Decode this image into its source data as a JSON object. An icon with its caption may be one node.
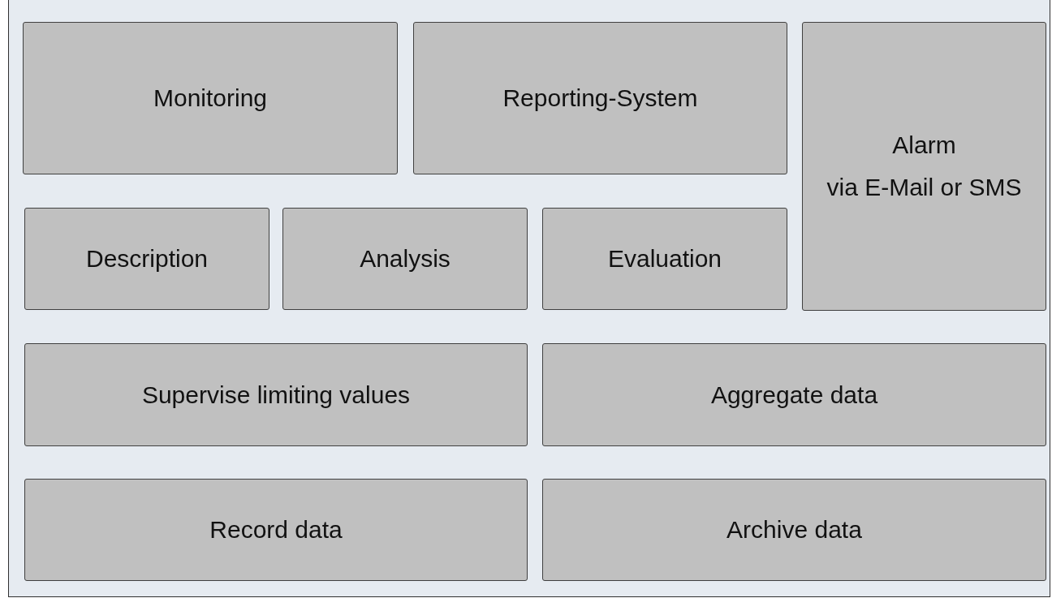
{
  "diagram": {
    "nodes": [
      {
        "text": [
          "Monitoring"
        ]
      },
      {
        "text": [
          "Reporting-System"
        ]
      },
      {
        "text": [
          "Alarm",
          "via E-Mail or SMS"
        ]
      },
      {
        "text": [
          "Description"
        ]
      },
      {
        "text": [
          "Analysis"
        ]
      },
      {
        "text": [
          "Evaluation"
        ]
      },
      {
        "text": [
          "Supervise limiting values"
        ]
      },
      {
        "text": [
          "Aggregate data"
        ]
      },
      {
        "text": [
          "Record data"
        ]
      },
      {
        "text": [
          "Archive data"
        ]
      }
    ]
  }
}
